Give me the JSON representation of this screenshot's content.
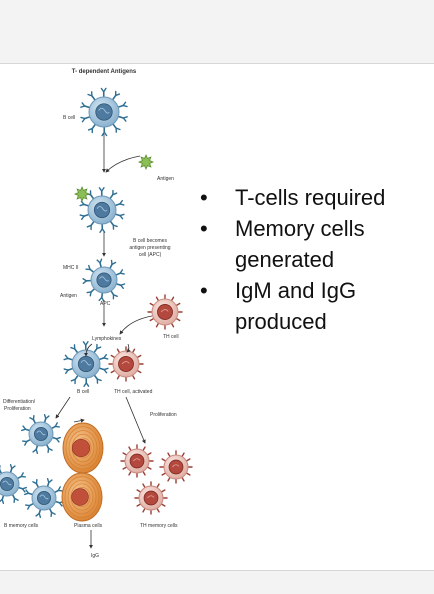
{
  "figure": {
    "title": "T- dependent Antigens",
    "labels": {
      "b_cell_top": "B cell",
      "antigen_top": "Antigen",
      "apc_desc_1": "B cell becomes",
      "apc_desc_2": "antigen presenting",
      "apc_desc_3": "cell (APC)",
      "mhc": "MHC II",
      "antigen_apc": "Antigen",
      "apc": "APC",
      "th_cell": "TH cell",
      "lymphokines": "Lymphokines",
      "b_cell_mid": "B cell",
      "th_activated": "TH cell, activated",
      "differentiation_1": "Differentiation/",
      "differentiation_2": "Proliferation",
      "proliferation": "Proliferation",
      "b_memory": "B memory cells",
      "plasma": "Plasma cells",
      "th_memory": "TH memory cells",
      "igg": "IgG"
    }
  },
  "bullets": [
    "T-cells required",
    "Memory cells generated",
    "IgM and IgG produced"
  ],
  "colors": {
    "b_cell": "#9fc3dc",
    "b_nucleus": "#4f7aa0",
    "receptor": "#2f6f93",
    "t_cell": "#f1d1ca",
    "t_nucleus": "#b2483e",
    "plasma": "#e79a4d",
    "antigen": "#8bbf55"
  }
}
